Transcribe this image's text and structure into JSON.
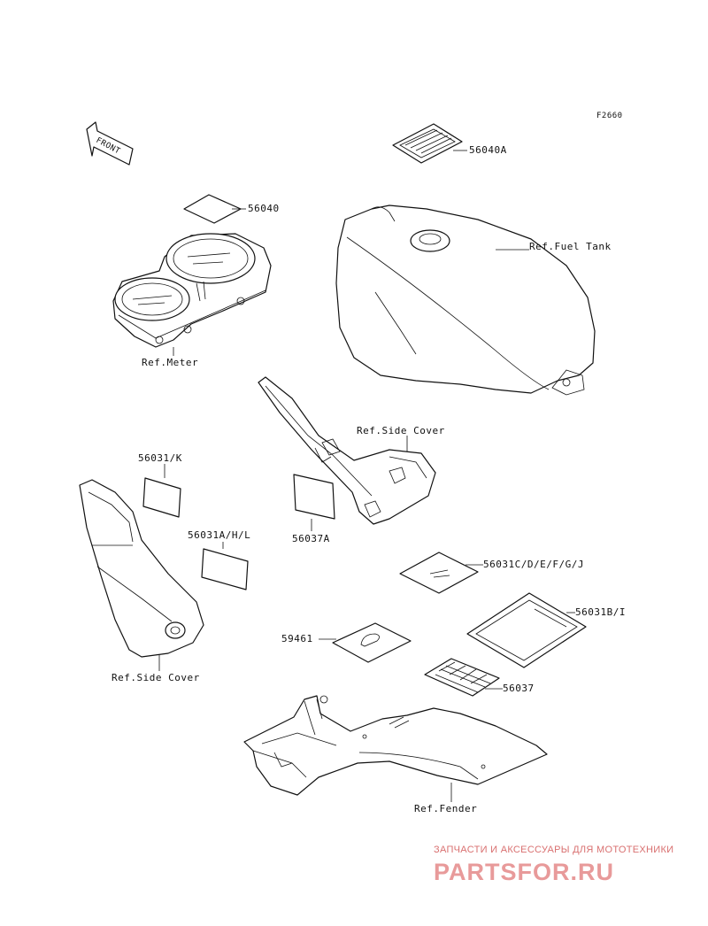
{
  "figure_code": "F2660",
  "front_arrow": "FRONT",
  "labels": {
    "p56040A": "56040A",
    "p56040": "56040",
    "ref_fuel_tank": "Ref.Fuel Tank",
    "ref_meter": "Ref.Meter",
    "ref_side_cover_right": "Ref.Side Cover",
    "p56031K": "56031/K",
    "p56031AHL": "56031A/H/L",
    "p56037A": "56037A",
    "p56031CDEFGJ": "56031C/D/E/F/G/J",
    "p56031BI": "56031B/I",
    "p59461": "59461",
    "p56037": "56037",
    "ref_side_cover_left": "Ref.Side Cover",
    "ref_fender": "Ref.Fender"
  },
  "watermark": {
    "tagline": "ЗАПЧАСТИ И АКСЕССУАРЫ ДЛЯ МОТОТЕХНИКИ",
    "logo": "PARTSFOR.RU"
  }
}
